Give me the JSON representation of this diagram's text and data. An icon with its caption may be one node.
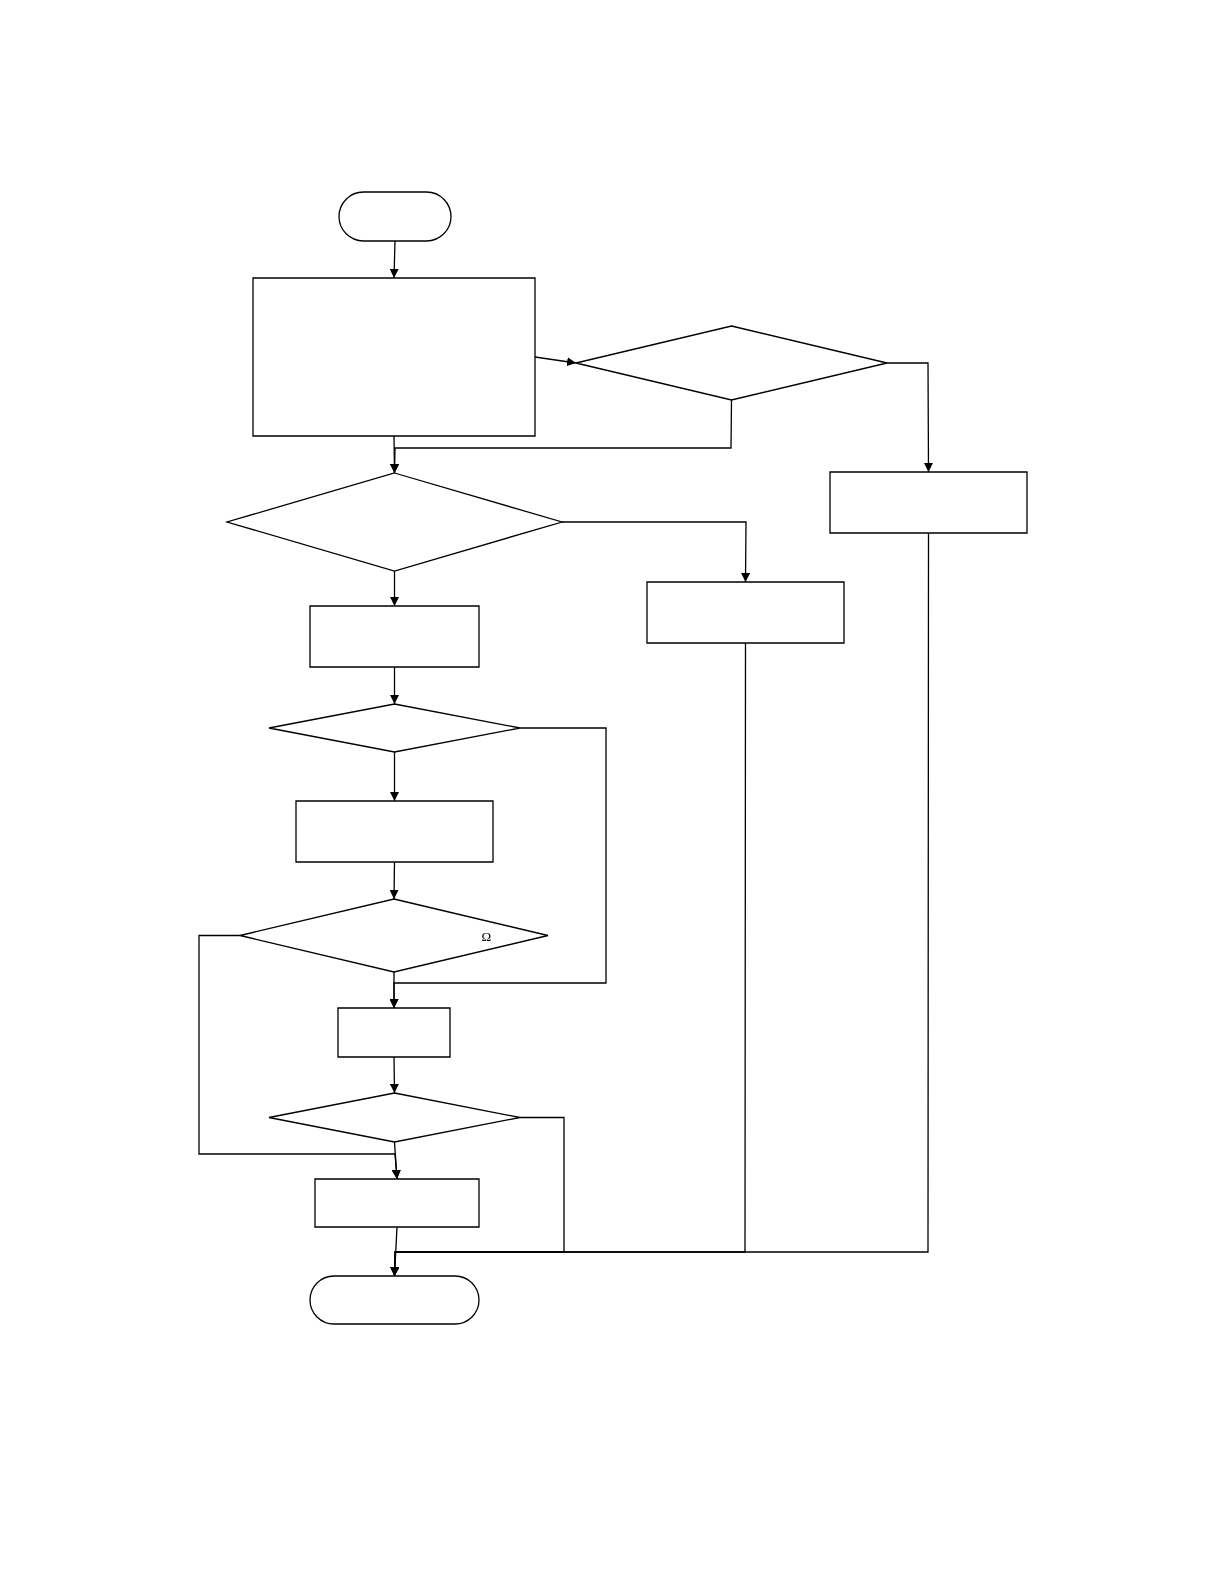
{
  "diagram": {
    "nodes": [
      {
        "text": [],
        "shape": "pill"
      },
      {
        "text": [],
        "shape": "box"
      },
      {
        "text": [],
        "shape": "diamond"
      },
      {
        "text": [],
        "shape": "diamond"
      },
      {
        "text": [],
        "shape": "box"
      },
      {
        "text": [],
        "shape": "box"
      },
      {
        "text": [],
        "shape": "box"
      },
      {
        "text": [],
        "shape": "diamond"
      },
      {
        "text": [],
        "shape": "box"
      },
      {
        "text": [
          "Ω"
        ]
      },
      {
        "text": [],
        "shape": "box"
      },
      {
        "text": [],
        "shape": "diamond"
      },
      {
        "text": [],
        "shape": "box"
      },
      {
        "text": [],
        "shape": "pill"
      }
    ],
    "edges": [
      {
        "from": 0,
        "to": 1,
        "arrow": "to"
      },
      {
        "from": 1,
        "to": 2,
        "arrow": "to"
      },
      {
        "from": 1,
        "to": 3,
        "arrow": "to"
      },
      {
        "from": 2,
        "to": 3,
        "arrow": "to"
      },
      {
        "from": 2,
        "to": 4,
        "arrow": "to"
      },
      {
        "from": 3,
        "to": 6,
        "arrow": "to"
      },
      {
        "from": 3,
        "to": 5,
        "arrow": "to"
      },
      {
        "from": 6,
        "to": 7,
        "arrow": "to"
      },
      {
        "from": 7,
        "to": 8,
        "arrow": "to"
      },
      {
        "from": 7,
        "to": 10,
        "arrow": "to"
      },
      {
        "from": 8,
        "to": 9,
        "arrow": "to"
      },
      {
        "from": 9,
        "to": 10,
        "arrow": "to"
      },
      {
        "from": 9,
        "to": 12,
        "arrow": "to"
      },
      {
        "from": 10,
        "to": 11,
        "arrow": "to"
      },
      {
        "from": 11,
        "to": 12,
        "arrow": "to"
      },
      {
        "from": 12,
        "to": 13,
        "arrow": "to"
      },
      {
        "from": 11,
        "to": 13,
        "arrow": "to"
      },
      {
        "from": 5,
        "to": 13,
        "arrow": "to"
      },
      {
        "from": 4,
        "to": 13,
        "arrow": "to"
      }
    ]
  }
}
